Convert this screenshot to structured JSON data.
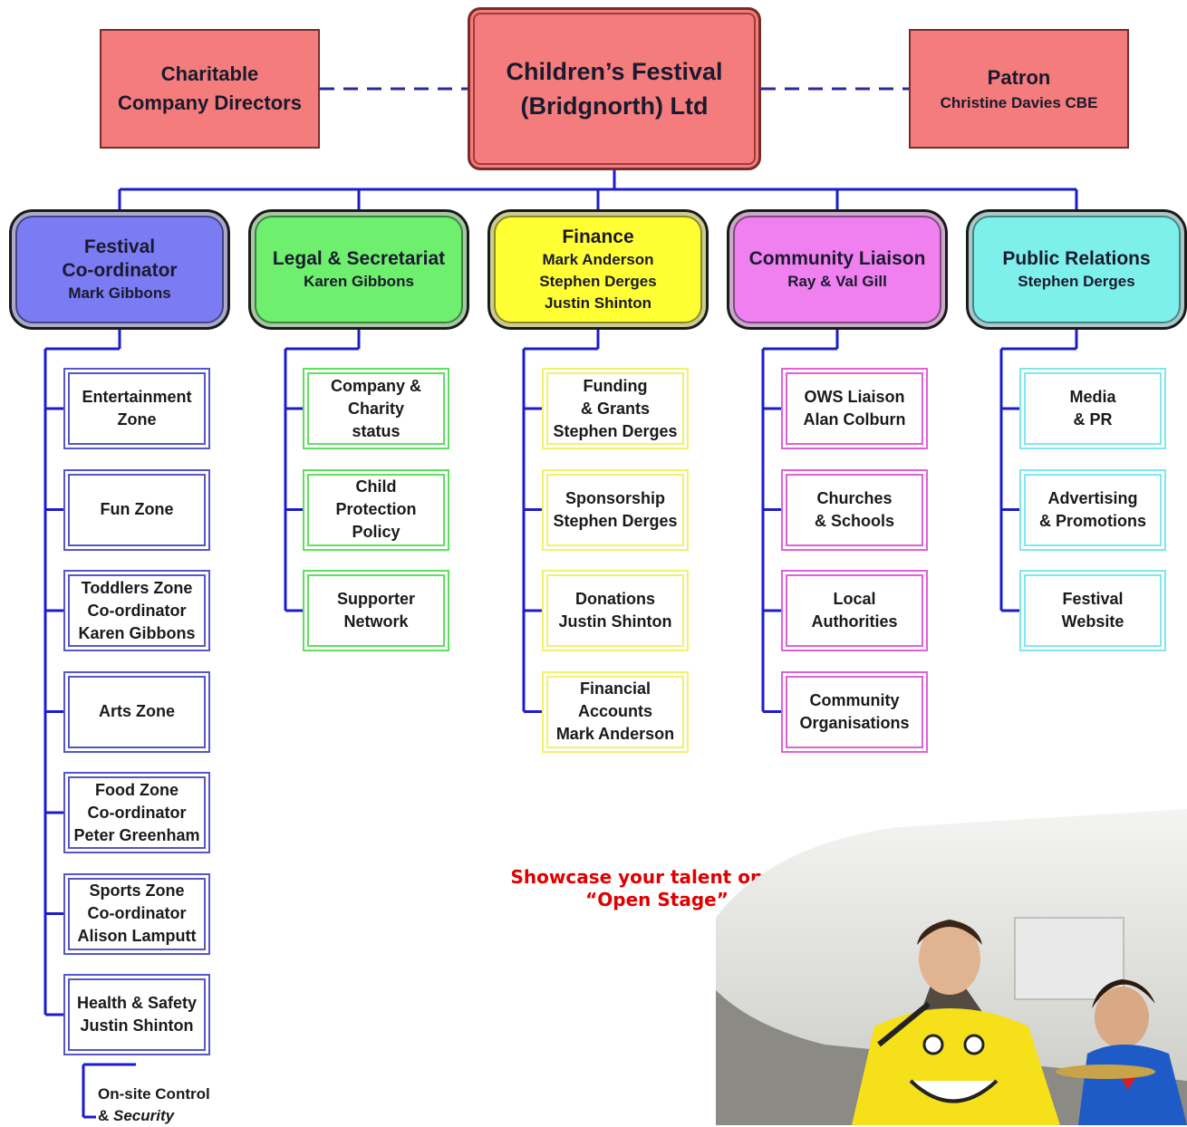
{
  "top": {
    "directors": {
      "line1": "Charitable",
      "line2": "Company Directors"
    },
    "root": {
      "line1": "Children’s Festival",
      "line2": "(Bridgnorth) Ltd"
    },
    "patron": {
      "title": "Patron",
      "name": "Christine Davies CBE"
    }
  },
  "departments": [
    {
      "title": [
        "Festival",
        "Co-ordinator"
      ],
      "people": [
        "Mark Gibbons"
      ],
      "color": "#7b7bf4",
      "children": [
        [
          "Entertainment",
          "Zone"
        ],
        [
          "Fun Zone"
        ],
        [
          "Toddlers Zone",
          "Co-ordinator",
          "Karen Gibbons"
        ],
        [
          "Arts Zone"
        ],
        [
          "Food Zone",
          "Co-ordinator",
          "Peter Greenham"
        ],
        [
          "Sports Zone",
          "Co-ordinator",
          "Alison Lamputt"
        ],
        [
          "Health & Safety",
          "Justin Shinton"
        ]
      ]
    },
    {
      "title": [
        "Legal & Secretariat"
      ],
      "people": [
        "Karen Gibbons"
      ],
      "color": "#6ef06e",
      "children": [
        [
          "Company &",
          "Charity",
          "status"
        ],
        [
          "Child",
          "Protection",
          "Policy"
        ],
        [
          "Supporter",
          "Network"
        ]
      ]
    },
    {
      "title": [
        "Finance"
      ],
      "people": [
        "Mark Anderson",
        "Stephen Derges",
        "Justin Shinton"
      ],
      "color": "#ffff33",
      "children": [
        [
          "Funding",
          "& Grants",
          "Stephen Derges"
        ],
        [
          "Sponsorship",
          "Stephen Derges"
        ],
        [
          "Donations",
          "Justin Shinton"
        ],
        [
          "Financial",
          "Accounts",
          "Mark Anderson"
        ]
      ]
    },
    {
      "title": [
        "Community Liaison"
      ],
      "people": [
        "Ray & Val Gill"
      ],
      "color": "#f080f0",
      "children": [
        [
          "OWS Liaison",
          "Alan Colburn"
        ],
        [
          "Churches",
          "& Schools"
        ],
        [
          "Local",
          "Authorities"
        ],
        [
          "Community",
          "Organisations"
        ]
      ]
    },
    {
      "title": [
        "Public Relations"
      ],
      "people": [
        "Stephen Derges"
      ],
      "color": "#7ef0ec",
      "children": [
        [
          "Media",
          "& PR"
        ],
        [
          "Advertising",
          "& Promotions"
        ],
        [
          "Festival",
          "Website"
        ]
      ]
    }
  ],
  "subborders": [
    "#5656c8",
    "#5ee05e",
    "#f2f26a",
    "#e060d8",
    "#7ee8ee"
  ],
  "onsite": {
    "line1": "On-site Control",
    "line2_a": "& ",
    "line2_b": "Security"
  },
  "caption": {
    "line1": "Showcase your talent on the",
    "line2": "“Open Stage”"
  }
}
